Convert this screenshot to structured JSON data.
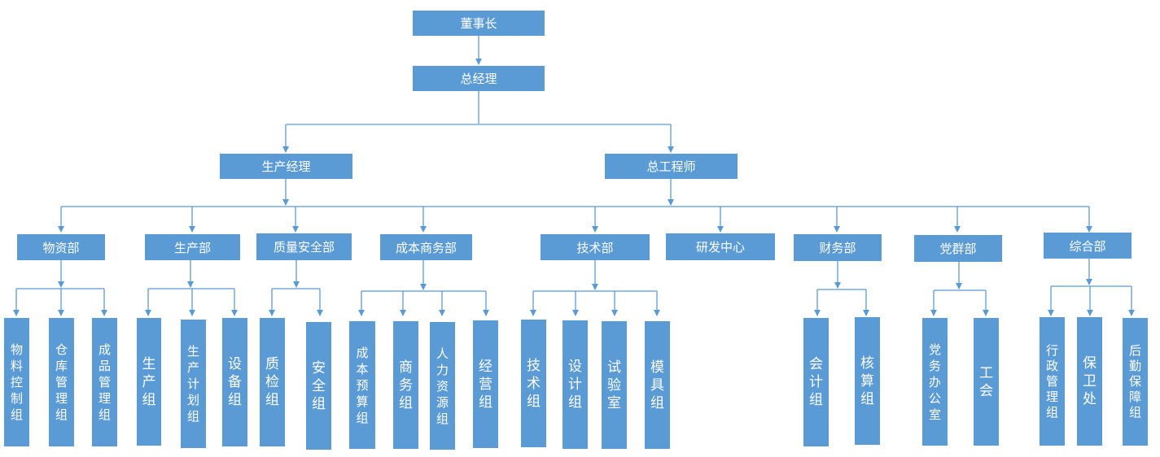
{
  "colors": {
    "box": "#5b9bd5",
    "line": "#5b9bd5",
    "text": "#ffffff"
  },
  "top": {
    "chairman": "董事长",
    "general_manager": "总经理"
  },
  "level2": {
    "production_manager": "生产经理",
    "chief_engineer": "总工程师"
  },
  "departments": {
    "materials": "物资部",
    "production": "生产部",
    "quality_safety": "质量安全部",
    "cost_business": "成本商务部",
    "technology": "技术部",
    "rnd_center": "研发中心",
    "finance": "财务部",
    "party": "党群部",
    "general_affairs": "综合部"
  },
  "groups": {
    "material_control": "物\n料\n控\n制\n组",
    "warehouse_mgmt": "仓\n库\n管\n理\n组",
    "finished_goods_mgmt": "成\n品\n管\n理\n组",
    "production_group": "生\n产\n组",
    "production_planning": "生\n产\n计\n划\n组",
    "equipment_group": "设\n备\n组",
    "quality_inspection": "质\n检\n组",
    "safety_group": "安\n全\n组",
    "cost_budget": "成\n本\n预\n算\n组",
    "business_group": "商\n务\n组",
    "hr_group": "人\n力\n资\n源\n组",
    "operations_group": "经\n营\n组",
    "tech_group": "技\n术\n组",
    "design_group": "设\n计\n组",
    "test_lab": "试\n验\n室",
    "mold_group": "模\n具\n组",
    "accounting_group": "会\n计\n组",
    "audit_group": "核\n算\n组",
    "party_office": "党\n务\n办\n公\n室",
    "labor_union": "工\n会",
    "admin_mgmt": "行\n政\n管\n理\n组",
    "security_office": "保\n卫\n处",
    "logistics_support": "后\n勤\n保\n障\n组"
  }
}
